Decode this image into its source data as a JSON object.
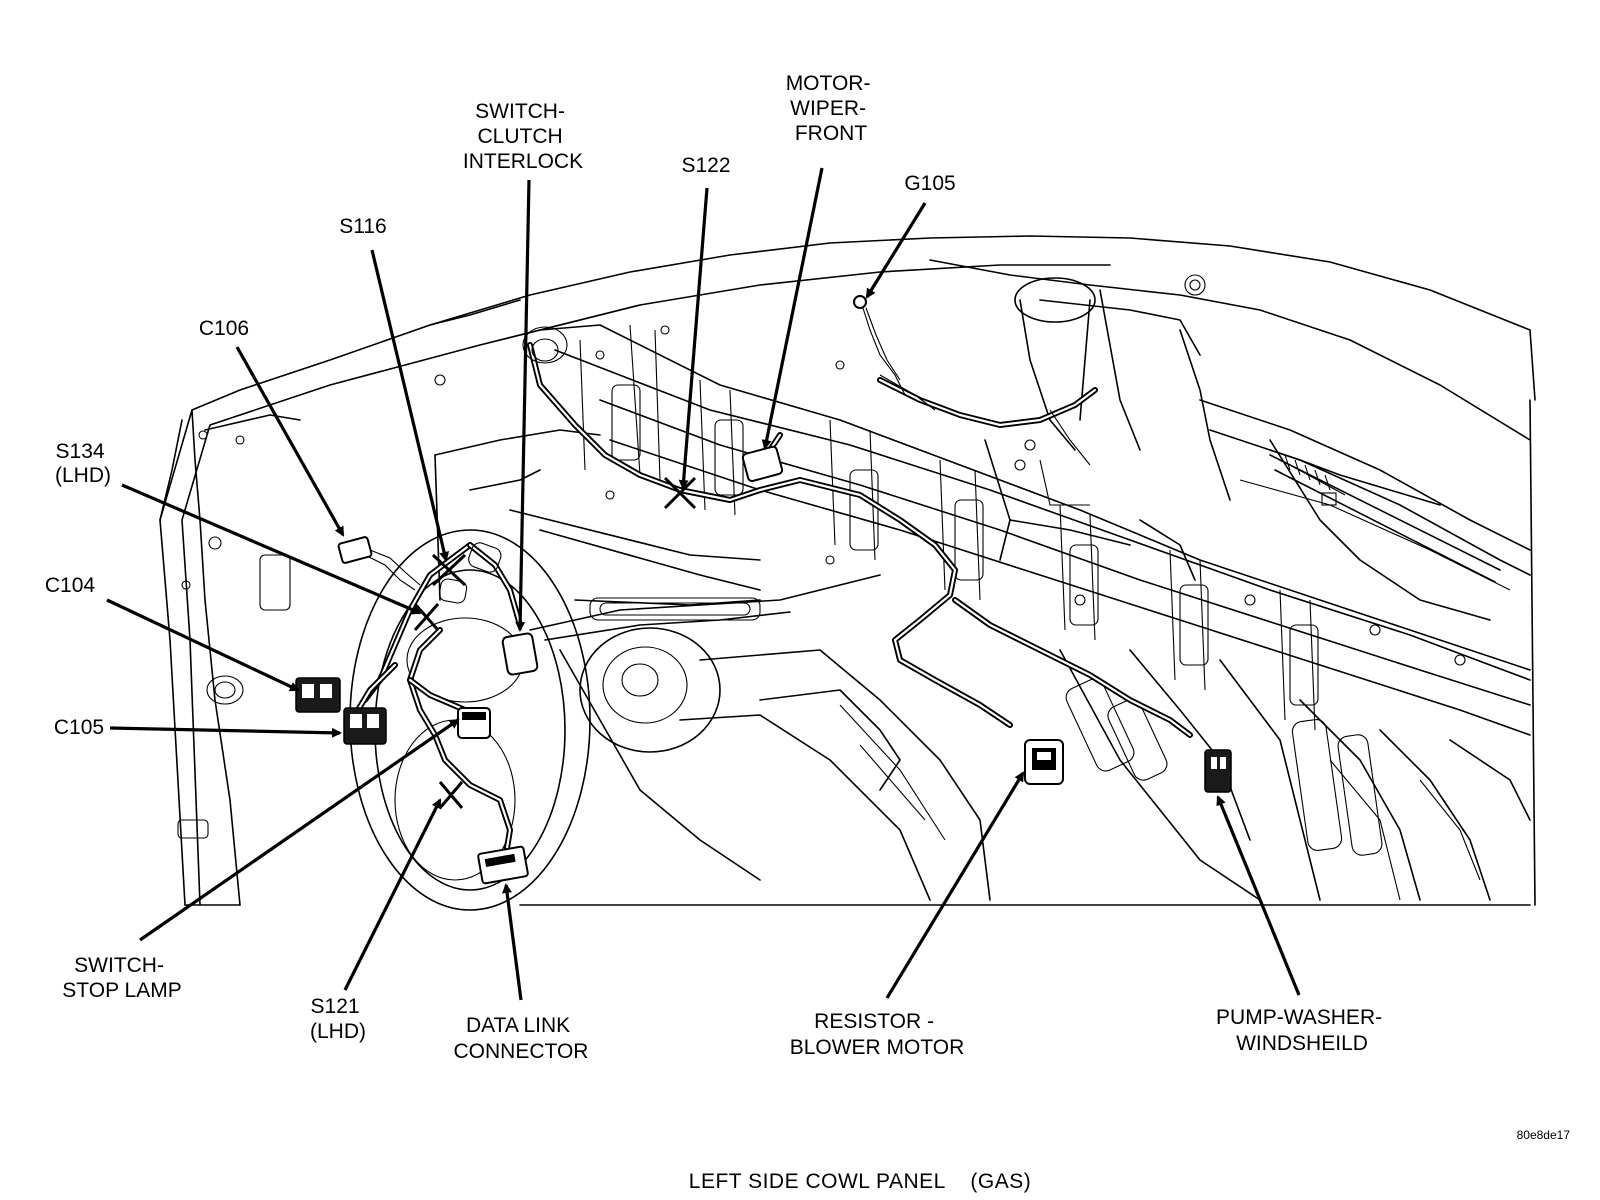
{
  "caption": "LEFT SIDE COWL PANEL    (GAS)",
  "reference_code": "80e8de17",
  "labels": {
    "switch_clutch_interlock": [
      "SWITCH-",
      "CLUTCH",
      "INTERLOCK"
    ],
    "motor_wiper_front": [
      "MOTOR-",
      "WIPER-",
      "FRONT"
    ],
    "s122": "S122",
    "g105": "G105",
    "s116": "S116",
    "c106": "C106",
    "s134": [
      "S134",
      "(LHD)"
    ],
    "c104": "C104",
    "c105": "C105",
    "switch_stop_lamp": [
      "SWITCH-",
      "STOP LAMP"
    ],
    "s121": [
      "S121",
      "(LHD)"
    ],
    "data_link_connector": [
      "DATA LINK",
      "CONNECTOR"
    ],
    "resistor_blower_motor": [
      "RESISTOR -",
      "BLOWER MOTOR"
    ],
    "pump_washer_windshield": [
      "PUMP-WASHER-",
      "WINDSHEILD"
    ]
  }
}
